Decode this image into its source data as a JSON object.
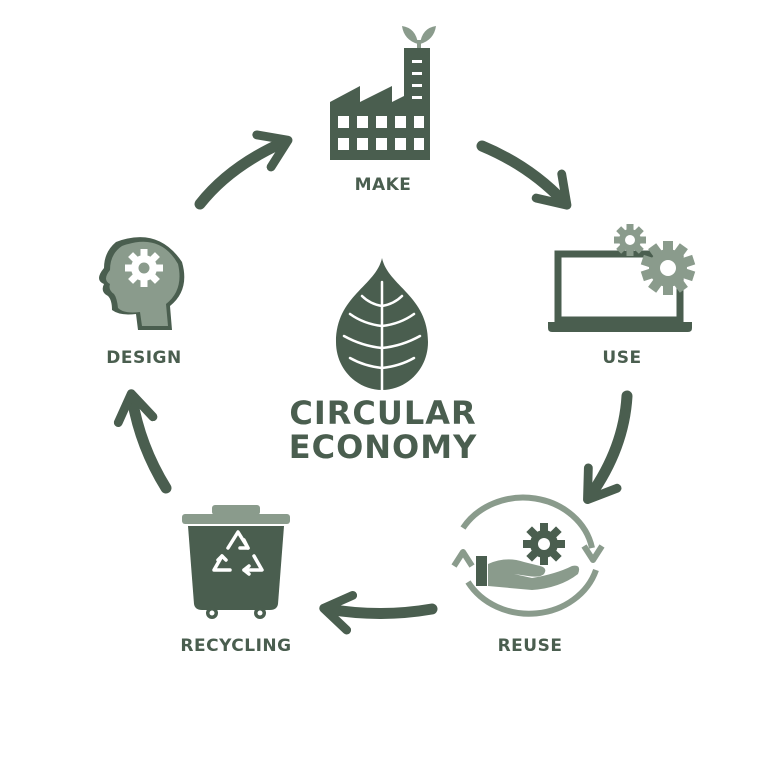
{
  "title": {
    "line1": "CIRCULAR",
    "line2": "ECONOMY"
  },
  "stages": {
    "make": "MAKE",
    "use": "USE",
    "reuse": "REUSE",
    "recycling": "RECYCLING",
    "design": "DESIGN"
  },
  "colors": {
    "dark": "#4a5e4f",
    "light": "#8a9b8c",
    "background": "#ffffff"
  },
  "icons": {
    "make": "factory-icon",
    "use": "laptop-gears-icon",
    "reuse": "hand-gear-cycle-icon",
    "recycling": "recycle-bin-icon",
    "design": "head-gear-icon",
    "center": "leaf-icon"
  }
}
